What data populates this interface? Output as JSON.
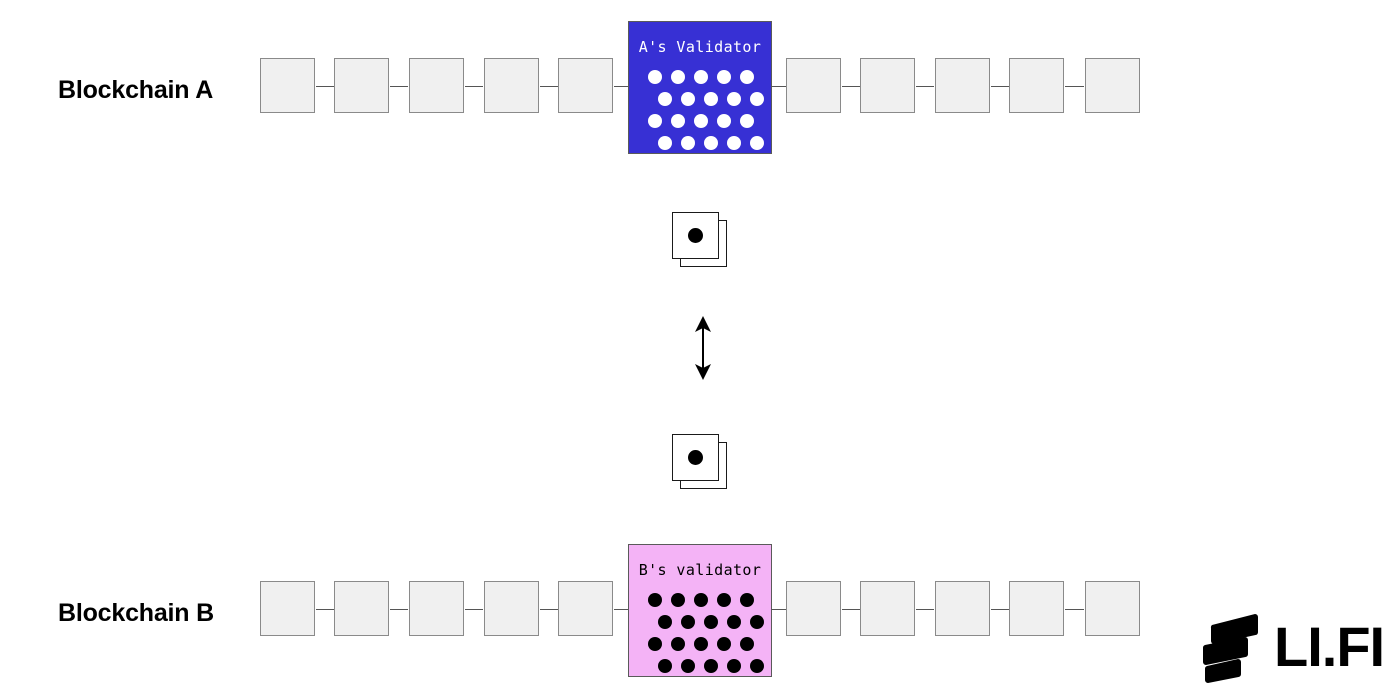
{
  "diagram": {
    "title": "Cross-chain validator bridge diagram",
    "background_color": "#ffffff"
  },
  "chains": [
    {
      "id": "chain-a",
      "label": "Blockchain A",
      "blocks_before": 5,
      "blocks_after": 5,
      "validator": {
        "title": "A's Validator",
        "fill_color": "#3730d4",
        "dot_color": "#ffffff",
        "dot_rows": [
          5,
          5,
          5,
          5
        ]
      }
    },
    {
      "id": "chain-b",
      "label": "Blockchain B",
      "blocks_before": 5,
      "blocks_after": 5,
      "validator": {
        "title": "B's validator",
        "fill_color": "#f4b3f6",
        "dot_color": "#000000",
        "dot_rows": [
          5,
          5,
          5,
          5
        ]
      }
    }
  ],
  "middle": {
    "stack_top_name": "message-card-stack-from-a",
    "stack_bottom_name": "message-card-stack-from-b",
    "arrow_name": "bidirectional-arrow",
    "arrow_direction": "bidirectional"
  },
  "logo": {
    "wordmark": "LI.FI",
    "mark_name": "li-fi-logo-mark",
    "color": "#000000"
  },
  "colors": {
    "block_fill": "#f0f0f0",
    "block_border": "#8a8a8a",
    "connector": "#555555",
    "validator_a": "#3730d4",
    "validator_b": "#f4b3f6",
    "text": "#000000"
  }
}
